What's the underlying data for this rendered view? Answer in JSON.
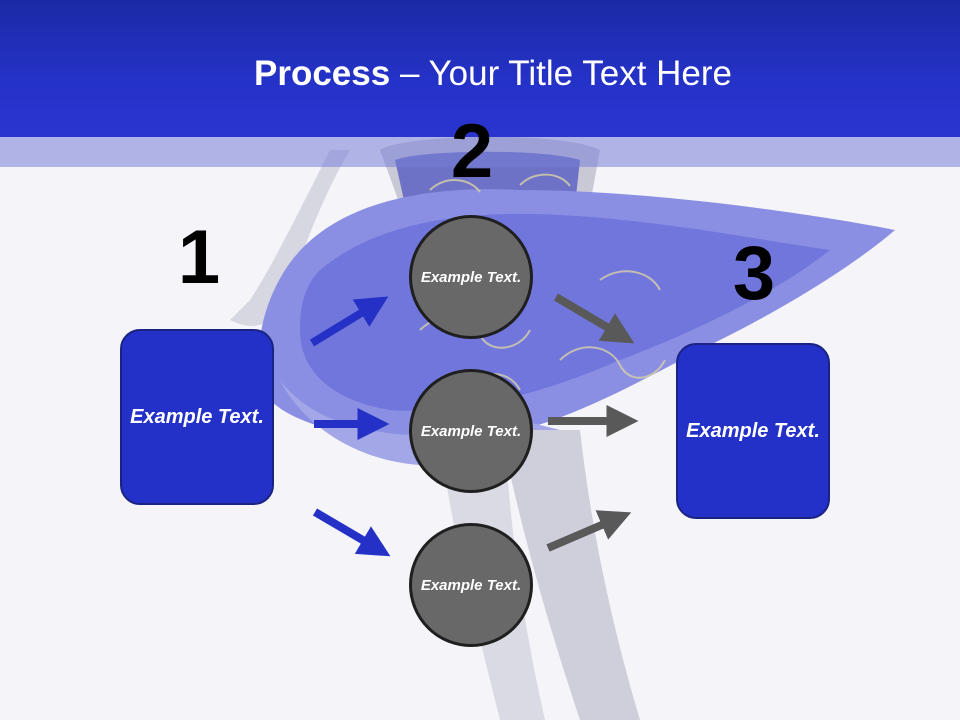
{
  "slide": {
    "title_bold": "Process",
    "title_rest": " – Your Title Text Here",
    "step_numbers": [
      "1",
      "2",
      "3"
    ],
    "left_box_text": "Example Text.",
    "right_box_text": "Example Text.",
    "circles": [
      {
        "text": "Example Text."
      },
      {
        "text": "Example Text."
      },
      {
        "text": "Example Text."
      }
    ]
  },
  "colors": {
    "header": "#2532c8",
    "box_fill": "#2431c8",
    "circle_fill": "#686868",
    "blue_arrow": "#2430c6",
    "gray_arrow": "#595959"
  }
}
